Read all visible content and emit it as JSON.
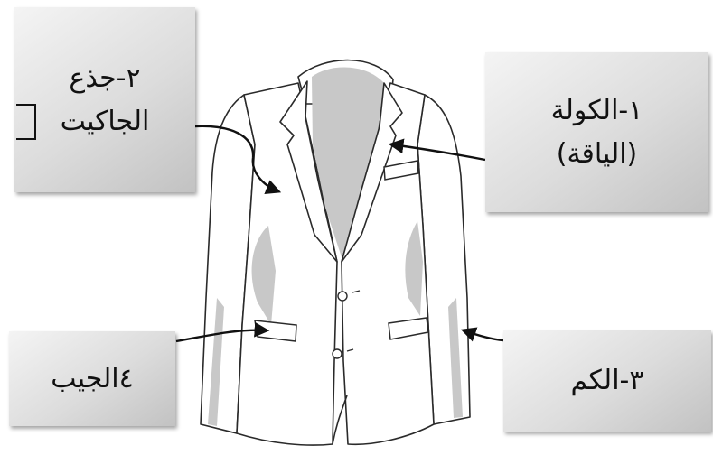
{
  "labels": {
    "collar": {
      "line1": "١-الكولة",
      "line2": "(الياقة)"
    },
    "body": {
      "line1": "٢-جذع",
      "line2": "الجاكيت"
    },
    "sleeve": {
      "line1": "٣-الكم"
    },
    "pocket": {
      "line1": "٤الجيب"
    }
  },
  "colors": {
    "outline": "#2a2a2a",
    "shade": "#c8c8c8",
    "arrow": "#111111"
  }
}
